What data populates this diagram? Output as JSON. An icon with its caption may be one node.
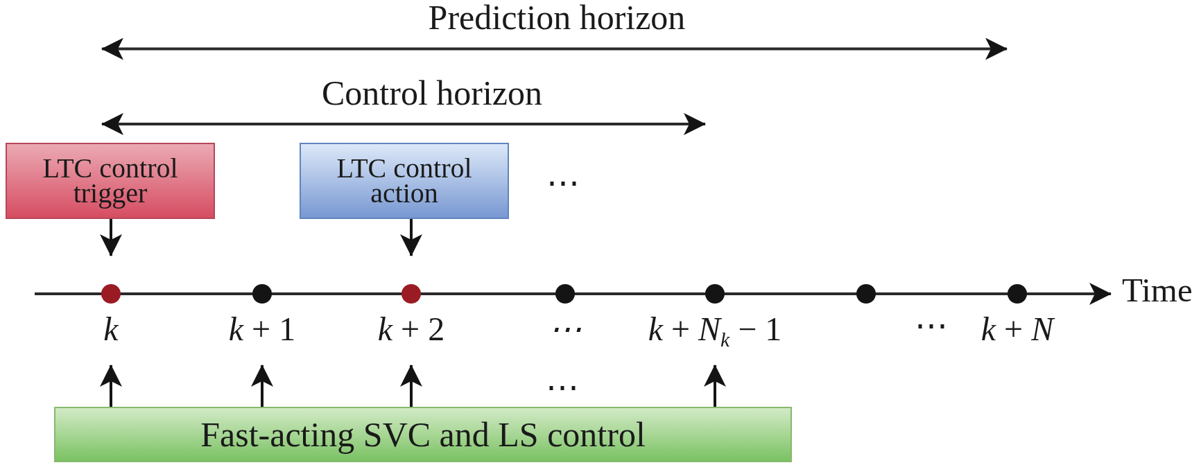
{
  "diagram": {
    "nodes": [
      {
        "text": [
          "LTC control trigger"
        ]
      },
      {
        "text": [
          "LTC control action"
        ]
      },
      {
        "text": [],
        "shape": "circle",
        "beside": [
          "k"
        ]
      },
      {
        "text": [],
        "shape": "circle",
        "beside": [
          "*k* + 1"
        ]
      },
      {
        "text": [],
        "shape": "circle",
        "beside": [
          "*k* + 2"
        ]
      },
      {
        "text": [],
        "shape": "circle",
        "beside": [
          "⋯"
        ]
      },
      {
        "text": [],
        "shape": "circle",
        "beside": [
          "*k* + *N*$_{k}$ − 1"
        ]
      },
      {
        "text": [],
        "shape": "circle"
      },
      {
        "text": [],
        "shape": "circle",
        "beside": [
          "*k* + *N*"
        ]
      },
      {
        "text": [
          "Fast-acting SVC and LS control"
        ]
      }
    ],
    "edges": [
      {
        "from": 0,
        "to": 2,
        "arrow": "to"
      },
      {
        "from": 1,
        "to": 4,
        "arrow": "to"
      },
      {
        "from": 9,
        "to": 2,
        "arrow": "to"
      },
      {
        "from": 9,
        "to": 3,
        "arrow": "to"
      },
      {
        "from": 9,
        "to": 4,
        "arrow": "to"
      },
      {
        "from": 9,
        "to": 6,
        "arrow": "to"
      }
    ],
    "labels": [
      "Prediction horizon",
      "Control horizon",
      "⋯",
      "Time",
      "⋯",
      "⋯"
    ]
  }
}
